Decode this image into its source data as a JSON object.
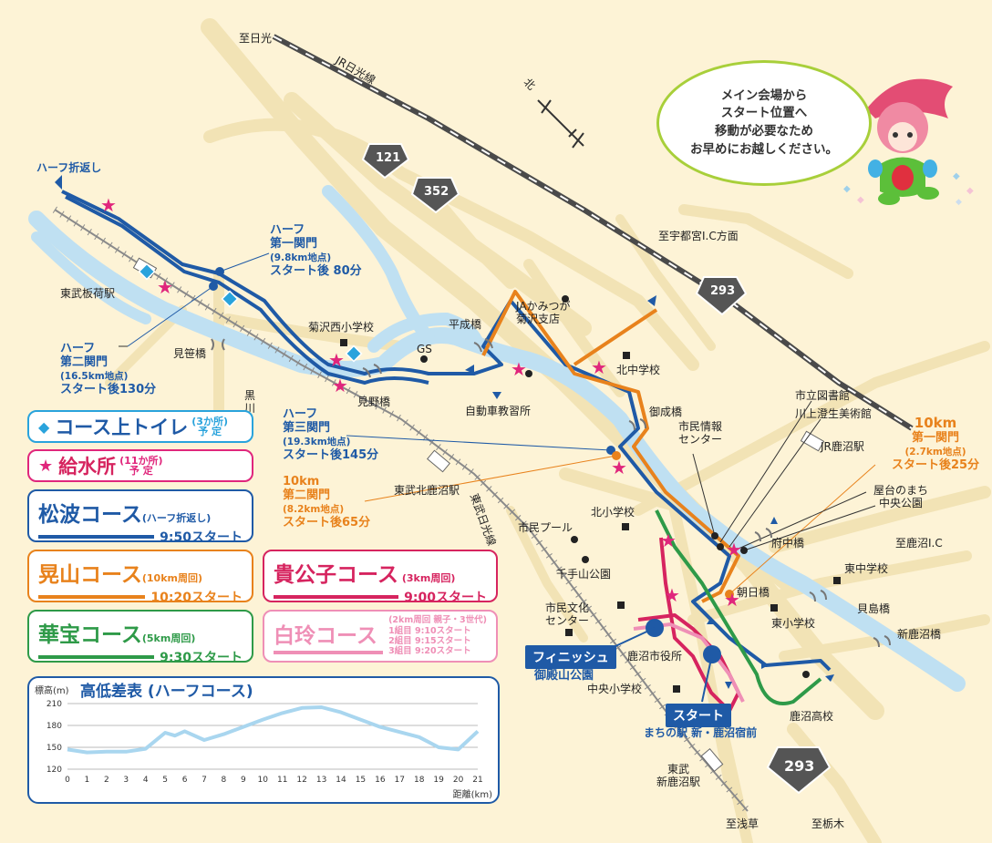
{
  "places": {
    "to_nikko": "至日光",
    "jr_nikko_line": "JR日光線",
    "north": "北",
    "to_utsunomiya_ic": "至宇都宮I.C方面",
    "tobu_itaga_st": "東武板荷駅",
    "mikasa_bridge": "見笹橋",
    "kikuzawa_nishi_school": "菊沢西小学校",
    "gs": "GS",
    "heisei_bridge": "平成橋",
    "ja_line1": "JAかみつが",
    "ja_line2": "菊沢支店",
    "kita_junior_high": "北中学校",
    "kurokawa": "黒川",
    "mino_bridge": "見野橋",
    "driving_school": "自動車教習所",
    "gonari_bridge": "御成橋",
    "city_library": "市立図書館",
    "kawakami_museum": "川上澄生美術館",
    "city_info_line1": "市民情報",
    "city_info_line2": "センター",
    "jr_kanuma_st": "JR鹿沼駅",
    "tobu_kita_kanuma_st": "東武北鹿沼駅",
    "tobu_nikko_line": "東武日光線",
    "yatai_park_line1": "屋台のまち",
    "yatai_park_line2": "中央公園",
    "kita_elementary": "北小学校",
    "city_pool": "市民プール",
    "fuchu_bridge": "府中橋",
    "to_kanuma_ic": "至鹿沼I.C",
    "senteyama_park": "千手山公園",
    "higashi_junior_high": "東中学校",
    "asahi_bridge": "朝日橋",
    "kaijima_bridge": "貝島橋",
    "higashi_elementary": "東小学校",
    "culture_center_line1": "市民文化",
    "culture_center_line2": "センター",
    "shin_kanuma_bridge": "新鹿沼橋",
    "finish": "フィニッシュ",
    "gotenyama_park": "御殿山公園",
    "city_hall": "鹿沼市役所",
    "chuo_elementary": "中央小学校",
    "start": "スタート",
    "michinoeki": "まちの駅 新・鹿沼宿前",
    "kanuma_high": "鹿沼高校",
    "tobu_shin_kanuma_line1": "東武",
    "tobu_shin_kanuma_line2": "新鹿沼駅",
    "to_asakusa": "至浅草",
    "to_tochigi": "至栃木",
    "route_121": "121",
    "route_352": "352",
    "route_293a": "293",
    "route_293b": "293"
  },
  "checkpoints": {
    "half_turn": "ハーフ折返し",
    "half_gate1_title1": "ハーフ",
    "half_gate1_title2": "第一関門",
    "half_gate1_sub": "(9.8km地点)",
    "half_gate1_time": "スタート後 80分",
    "half_gate2_title1": "ハーフ",
    "half_gate2_title2": "第二関門",
    "half_gate2_sub": "(16.5km地点)",
    "half_gate2_time": "スタート後130分",
    "half_gate3_title1": "ハーフ",
    "half_gate3_title2": "第三関門",
    "half_gate3_sub": "(19.3km地点)",
    "half_gate3_time": "スタート後145分",
    "tenk_gate2_title1": "10km",
    "tenk_gate2_title2": "第二関門",
    "tenk_gate2_sub": "(8.2km地点)",
    "tenk_gate2_time": "スタート後65分",
    "tenk_gate1_title1": "10km",
    "tenk_gate1_title2": "第一関門",
    "tenk_gate1_sub": "(2.7km地点)",
    "tenk_gate1_time": "スタート後25分"
  },
  "bubble": {
    "line1": "メイン会場から",
    "line2": "スタート位置へ",
    "line3": "移動が必要なため",
    "line4": "お早めにお越しください。"
  },
  "legend": {
    "toilet_icon": "◆",
    "toilet_label": "コース上トイレ",
    "toilet_note1": "3か所",
    "toilet_note2": "予 定",
    "water_icon": "★",
    "water_label": "給水所",
    "water_note1": "11か所",
    "water_note2": "予 定",
    "courses": [
      {
        "name": "松波コース",
        "note": "(ハーフ折返し)",
        "time": "9:50スタート",
        "color": "#1f5aa6"
      },
      {
        "name": "晃山コース",
        "note": "(10km周回)",
        "time": "10:20スタート",
        "color": "#e8821c"
      },
      {
        "name": "華宝コース",
        "note": "(5km周回)",
        "time": "9:30スタート",
        "color": "#2e9a48"
      },
      {
        "name": "貴公子コース",
        "note": "(3km周回)",
        "time": "9:00スタート",
        "color": "#d6245f"
      },
      {
        "name": "白玲コース",
        "note1": "(2km周回 親子・3世代)",
        "note2": "1組目 9:10スタート",
        "note3": "2組目 9:15スタート",
        "note4": "3組目 9:20スタート",
        "color": "#ef8fb6"
      }
    ]
  },
  "colors": {
    "half": "#1f5aa6",
    "tenk": "#e8821c",
    "fivek": "#2e9a48",
    "threek": "#d6245f",
    "twok": "#ef8fb6",
    "river": "#bfe0f2",
    "road": "#f2e3b5",
    "water_station": "#e0267c",
    "toilet": "#29a3dc"
  },
  "elevation": {
    "title": "高低差表 (ハーフコース)",
    "ylabel": "標高(m)",
    "xlabel": "距離(km)"
  },
  "chart_data": {
    "type": "line",
    "title": "高低差表 (ハーフコース)",
    "xlabel": "距離(km)",
    "ylabel": "標高(m)",
    "x": [
      0,
      1,
      2,
      3,
      4,
      5,
      5.5,
      6,
      7,
      8,
      9,
      10,
      11,
      12,
      13,
      14,
      15,
      16,
      17,
      18,
      19,
      20,
      21
    ],
    "series": [
      {
        "values": [
          147,
          143,
          144,
          144,
          148,
          170,
          166,
          172,
          160,
          168,
          178,
          188,
          197,
          204,
          205,
          198,
          188,
          178,
          171,
          164,
          150,
          147,
          172
        ]
      }
    ],
    "xticks": [
      0,
      1,
      2,
      3,
      4,
      5,
      6,
      7,
      8,
      9,
      10,
      11,
      12,
      13,
      14,
      15,
      16,
      17,
      18,
      19,
      20,
      21
    ],
    "yticks": [
      120,
      150,
      180,
      210
    ],
    "xlim": [
      0,
      21
    ],
    "ylim": [
      120,
      210
    ],
    "grid": true
  }
}
